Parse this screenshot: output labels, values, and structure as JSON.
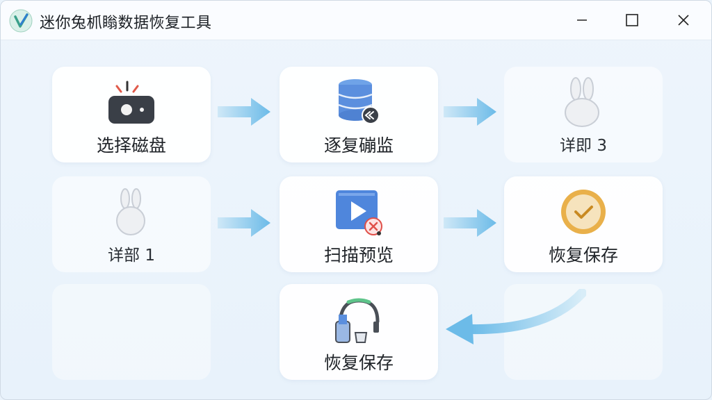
{
  "window": {
    "title": "迷你兔枛瞈数据恢复工具",
    "accent": "#4aa8e0"
  },
  "steps": [
    {
      "label": "选择磁盘",
      "icon": "disk-drive-icon"
    },
    {
      "label": "逐复磞监",
      "icon": "database-icon"
    },
    {
      "label": "详即 3",
      "icon": "bunny-icon"
    },
    {
      "label": "详部 1",
      "icon": "bunny-icon"
    },
    {
      "label": "扫描预览",
      "icon": "video-preview-icon"
    },
    {
      "label": "恢复保存",
      "icon": "check-medal-icon"
    },
    {
      "label": "恢复保存",
      "icon": "headphones-icon"
    }
  ]
}
